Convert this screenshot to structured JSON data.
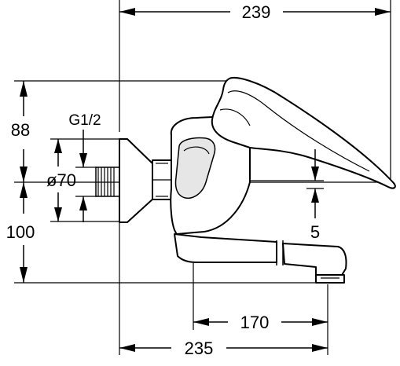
{
  "dimensions": {
    "overall_width": "239",
    "height_upper": "88",
    "thread": "G1/2",
    "flange_diameter": "ø70",
    "height_lower": "100",
    "handle_offset": "5",
    "spout_reach": "170",
    "spout_length": "235"
  }
}
